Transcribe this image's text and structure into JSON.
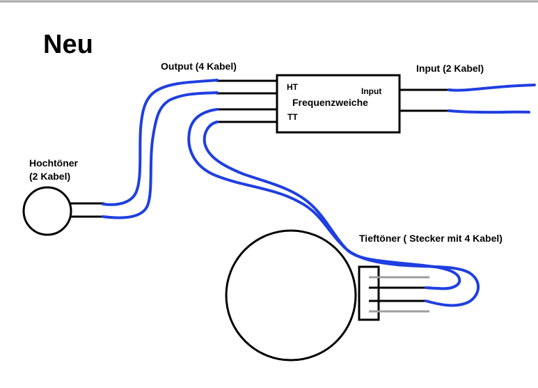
{
  "title": "Neu",
  "labels": {
    "output": "Output (4 Kabel)",
    "input": "Input (2 Kabel)",
    "ht": "HT",
    "tt": "TT",
    "input_port": "Input",
    "crossover": "Frequenzweiche",
    "tweeter_line1": "Hochtöner",
    "tweeter_line2": "(2 Kabel)",
    "woofer": "Tieftöner ( Stecker mit 4 Kabel)"
  },
  "colors": {
    "cable": "#1f3fe0",
    "outline": "#000000",
    "pin": "#9e9e9e",
    "top_rule": "#a6a6a6"
  }
}
